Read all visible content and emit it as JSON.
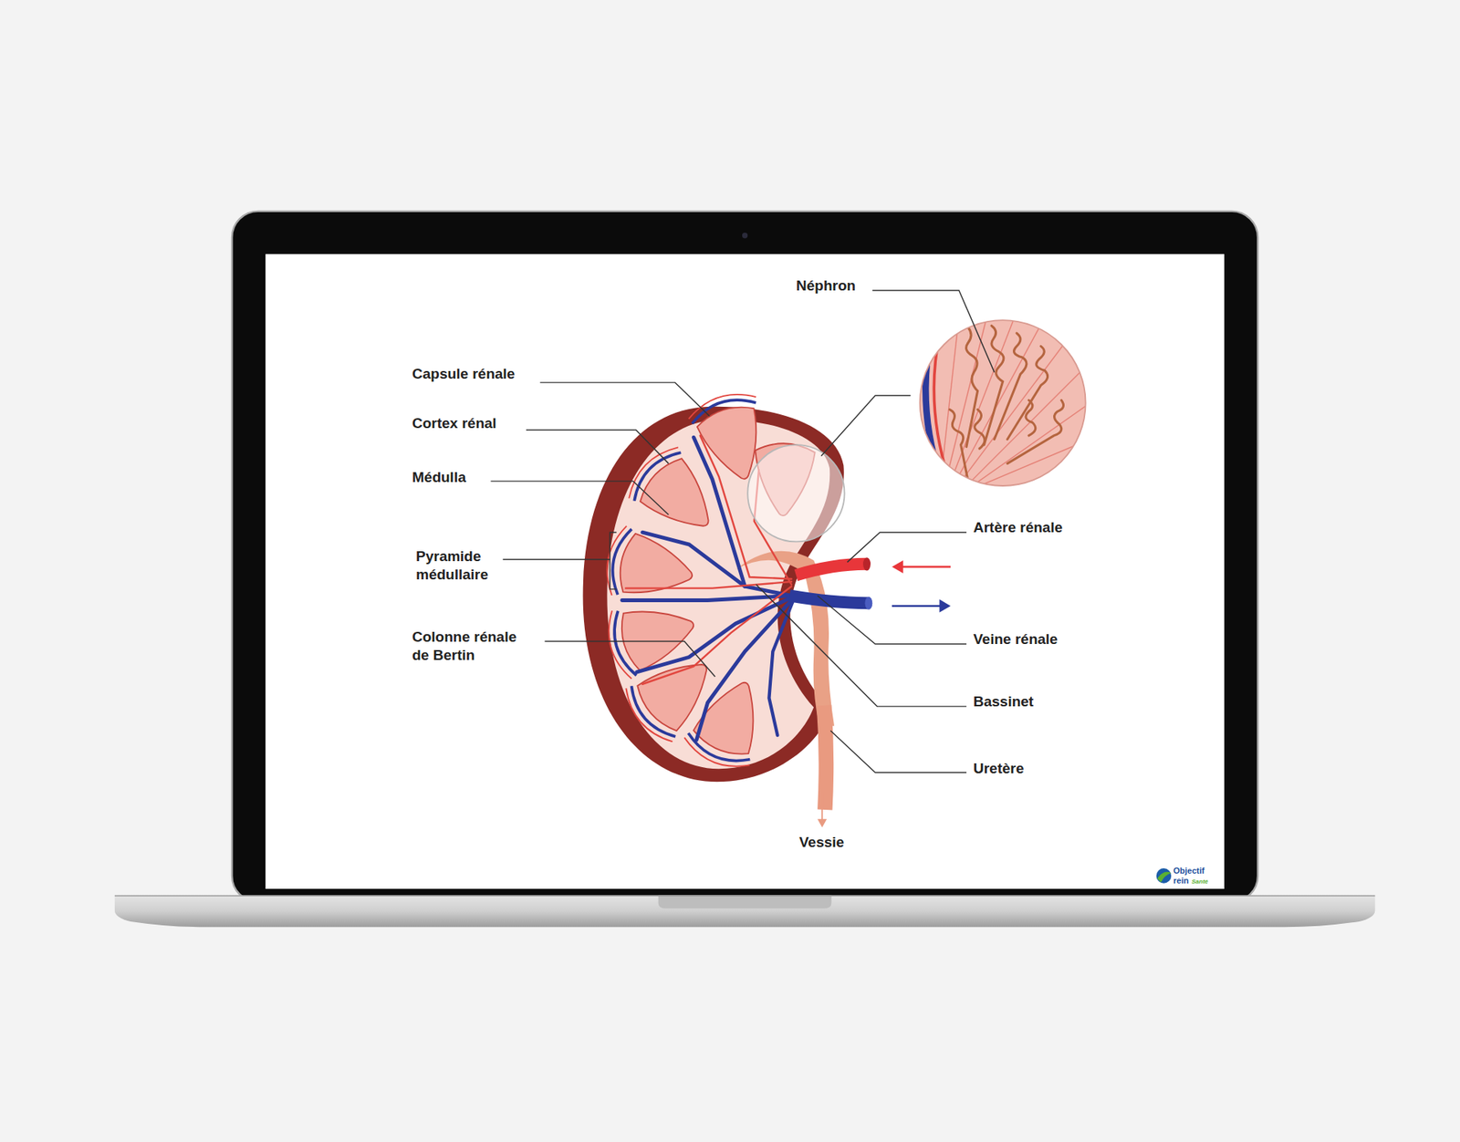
{
  "diagram": {
    "labels": [
      "Néphron",
      "Capsule rénale",
      "Cortex rénal",
      "Médulla",
      "Pyramide médullaire",
      "Colonne rénale de Bertin",
      "Artère rénale",
      "Veine rénale",
      "Bassinet",
      "Uretère",
      "Vessie",
      "Objectif",
      "rein",
      "Santé"
    ]
  }
}
